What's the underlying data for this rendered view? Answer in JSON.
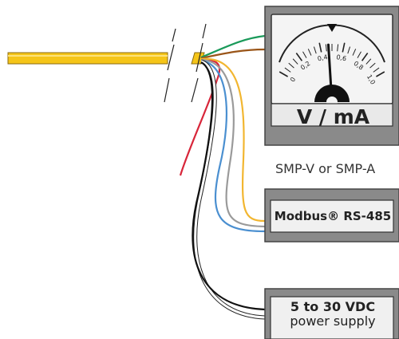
{
  "meter": {
    "label": "SMP-V or SMP-A",
    "units": "V / mA",
    "scale_ticks": [
      "0",
      "0,2",
      "0,4",
      "0,6",
      "0,8",
      "1,0"
    ],
    "needle_value": 0.47
  },
  "modbus_box": {
    "label": "Modbus® RS-485"
  },
  "power_box": {
    "line1": "5 to 30 VDC",
    "line2": "power supply"
  },
  "colors": {
    "cable_yellow": "#f5c518",
    "wire_green": "#1a9a5a",
    "wire_brown": "#9a5518",
    "wire_orange": "#f2b630",
    "wire_grey": "#9a9a9a",
    "wire_blue": "#4a8fd0",
    "wire_black": "#111111",
    "wire_red": "#d8263a",
    "meter_body": "#8a8a8a"
  }
}
